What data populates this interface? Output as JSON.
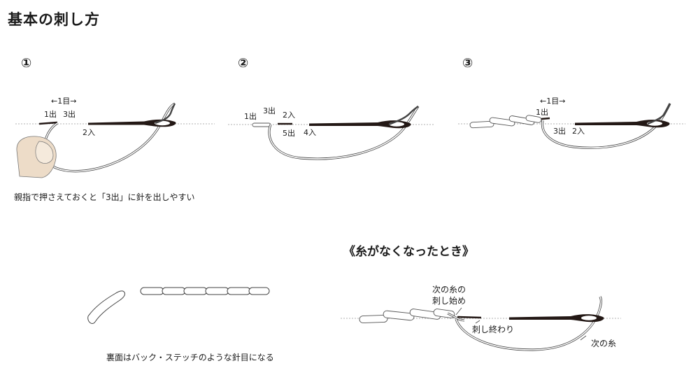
{
  "title": "基本の刺し方",
  "section_when_thread_runs_out": "《糸がなくなったとき》",
  "steps": [
    {
      "number": "①",
      "labels": {
        "pitch": "←1目→",
        "out1": "1出",
        "out3": "3出",
        "in2": "2入"
      },
      "caption": "親指で押さえておくと「3出」に針を出しやすい"
    },
    {
      "number": "②",
      "labels": {
        "out1": "1出",
        "out3": "3出",
        "in2": "2入",
        "out5": "5出",
        "in4": "4入"
      }
    },
    {
      "number": "③",
      "labels": {
        "pitch": "←1目→",
        "out1": "1出",
        "out3": "3出",
        "in2": "2入"
      }
    }
  ],
  "back_side": {
    "caption": "裏面はバック・ステッチのような針目になる"
  },
  "thread_end": {
    "next_thread_start": [
      "次の糸の",
      "刺し始め"
    ],
    "finish_stitch": "刺し終わり",
    "next_thread": "次の糸"
  },
  "colors": {
    "text": "#1a1a1a",
    "needle": "#231815",
    "thread_outline": "#555555",
    "guide_line": "#999999",
    "thumb": "#eddcc8"
  }
}
